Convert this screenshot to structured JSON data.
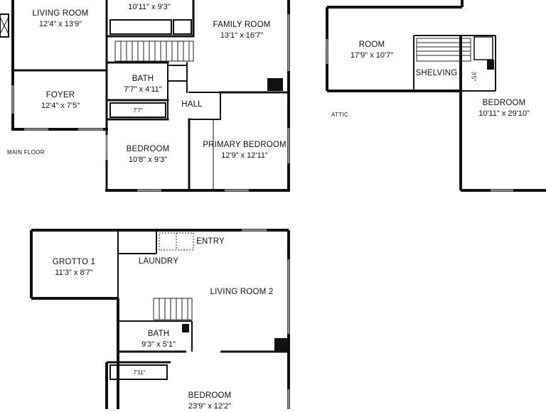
{
  "floors": {
    "main": {
      "label": "MAIN FLOOR",
      "rooms": {
        "living_room": {
          "name": "LIVING ROOM",
          "dim": "12'4\" x 13'9\""
        },
        "dining": {
          "dim": "10'11\" x 9'3\""
        },
        "family_room": {
          "name": "FAMILY ROOM",
          "dim": "13'1\" x 16'7\""
        },
        "foyer": {
          "name": "FOYER",
          "dim": "12'4\" x 7'5\""
        },
        "bath": {
          "name": "BATH",
          "dim": "7'7\" x 4'11\""
        },
        "closet": {
          "dim": "7'7\""
        },
        "hall": {
          "name": "HALL"
        },
        "bedroom": {
          "name": "BEDROOM",
          "dim": "10'8\" x 9'3\""
        },
        "primary_bedroom": {
          "name": "PRIMARY BEDROOM",
          "dim": "12'9\" x 12'11\""
        }
      }
    },
    "attic": {
      "label": "ATTIC",
      "rooms": {
        "room": {
          "name": "ROOM",
          "dim": "17'9\" x 10'7\""
        },
        "shelving": {
          "name": "SHELVING"
        },
        "closet": {
          "dim": "3'5\""
        },
        "bedroom": {
          "name": "BEDROOM",
          "dim": "10'11\" x 29'10\""
        }
      }
    },
    "lower": {
      "rooms": {
        "entry": {
          "name": "ENTRY"
        },
        "grotto": {
          "name": "GROTTO 1",
          "dim": "11'3\" x 8'7\""
        },
        "laundry": {
          "name": "LAUNDRY"
        },
        "living_room_2": {
          "name": "LIVING ROOM 2"
        },
        "bath": {
          "name": "BATH",
          "dim": "9'3\" x 5'1\""
        },
        "closet": {
          "dim": "7'11\""
        },
        "bedroom": {
          "name": "BEDROOM",
          "dim": "23'9\" x 12'2\""
        }
      }
    }
  },
  "colors": {
    "wall": "#111111",
    "window": "#888888",
    "line": "#222222"
  }
}
